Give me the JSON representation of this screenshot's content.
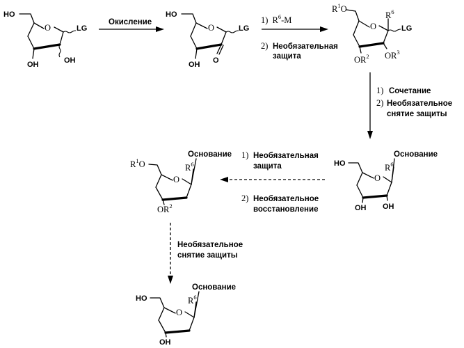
{
  "structures": {
    "s1": {
      "ho": "HO",
      "ring_o": "O",
      "lg": "LG",
      "oh_left": "OH",
      "oh_right": "OH"
    },
    "s2": {
      "ho": "HO",
      "ring_o": "O",
      "lg": "LG",
      "oh": "OH",
      "carbonyl_o": "O"
    },
    "s3": {
      "r1o": "R",
      "r1_sup": "1",
      "r1o_tail": "O",
      "ring_o": "O",
      "r6": "R",
      "r6_sup": "6",
      "lg": "LG",
      "or2": "OR",
      "or2_sup": "2",
      "or3": "OR",
      "or3_sup": "3"
    },
    "s4": {
      "ho": "HO",
      "ring_o": "O",
      "base": "Основание",
      "r6": "R",
      "r6_sup": "6",
      "oh_left": "OH",
      "oh_right": "OH"
    },
    "s5": {
      "r1o": "R",
      "r1_sup": "1",
      "r1o_tail": "O",
      "ring_o": "O",
      "base": "Основание",
      "r6": "R",
      "r6_sup": "6",
      "or2": "OR",
      "or2_sup": "2"
    },
    "s6": {
      "ho": "HO",
      "ring_o": "O",
      "base": "Основание",
      "r6": "R",
      "r6_sup": "6",
      "oh": "OH"
    }
  },
  "arrows": {
    "a1": {
      "label": "Окисление"
    },
    "a2": {
      "step1_num": "1)",
      "step1_text": "R",
      "step1_sup": "6",
      "step1_tail": "-M",
      "step2_num": "2)",
      "step2_line1": "Необязательная",
      "step2_line2": "защита"
    },
    "a3": {
      "step1_num": "1)",
      "step1_text": "Сочетание",
      "step2_num": "2)",
      "step2_line1": "Необязательное",
      "step2_line2": "снятие защиты"
    },
    "a4": {
      "step1_num": "1)",
      "step1_line1": "Необязательная",
      "step1_line2": "защита",
      "step2_num": "2)",
      "step2_line1": "Необязательное",
      "step2_line2": "восстановление"
    },
    "a5": {
      "line1": "Необязательное",
      "line2": "снятие защиты"
    }
  }
}
